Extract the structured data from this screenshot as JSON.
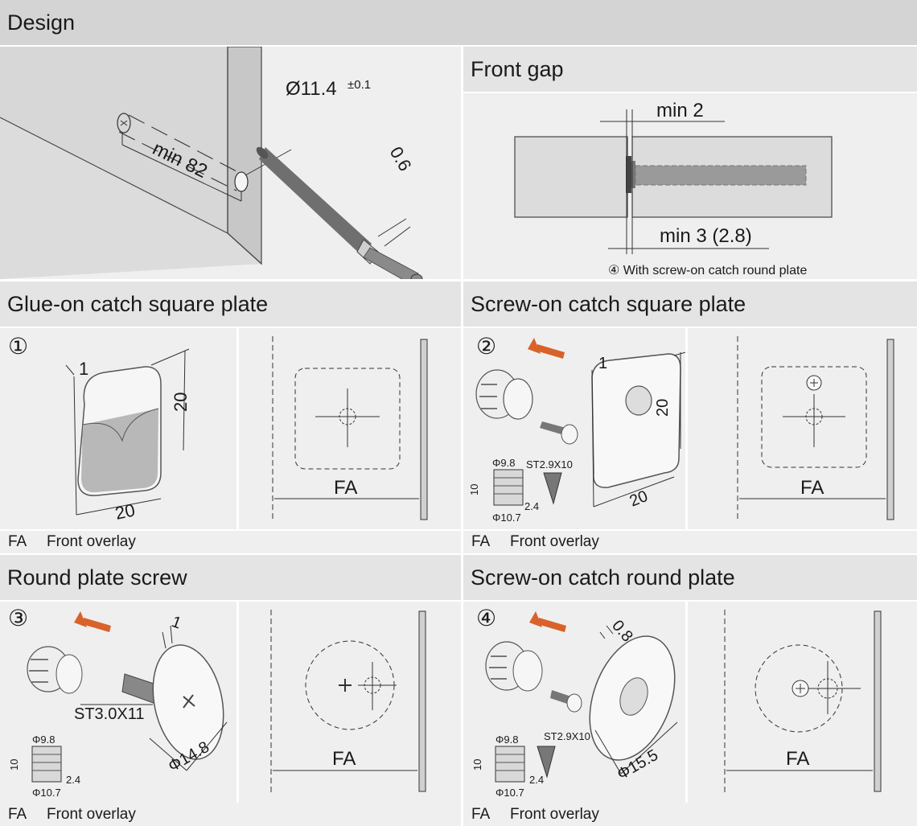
{
  "design": {
    "title": "Design",
    "dim_diameter": "Ø11.4",
    "dim_diameter_tol": "±0.1",
    "dim_min82": "min 82",
    "dim_06": "0.6"
  },
  "front_gap": {
    "title": "Front gap",
    "dim_min2": "min 2",
    "dim_min3": "min 3 (2.8)",
    "note": "④ With screw-on catch round plate"
  },
  "glue_square": {
    "title": "Glue-on catch square plate",
    "num": "①",
    "dim_1": "1",
    "dim_20a": "20",
    "dim_20b": "20",
    "fa": "FA"
  },
  "screw_square": {
    "title": "Screw-on catch square plate",
    "num": "②",
    "dim_1": "1",
    "dim_20a": "20",
    "dim_20b": "20",
    "d98": "Φ9.8",
    "d107": "Φ10.7",
    "d10": "10",
    "d24": "2.4",
    "screw": "ST2.9X10",
    "fa": "FA"
  },
  "round_screw": {
    "title": "Round plate screw",
    "num": "③",
    "dim_1": "1",
    "screw": "ST3.0X11",
    "dia": "Φ14.8",
    "d98": "Φ9.8",
    "d107": "Φ10.7",
    "d10": "10",
    "d24": "2.4",
    "fa": "FA"
  },
  "screw_round": {
    "title": "Screw-on catch round plate",
    "num": "④",
    "dim_08": "0.8",
    "dia": "Φ15.5",
    "d98": "Φ9.8",
    "d107": "Φ10.7",
    "d10": "10",
    "d24": "2.4",
    "screw": "ST2.9X10",
    "fa": "FA"
  },
  "footer": {
    "abbr": "FA",
    "text": "Front overlay"
  },
  "colors": {
    "panel": "#efefef",
    "bar": "#d4d4d4",
    "cabinet": "#cfcfcf",
    "arrow": "#d9622b"
  }
}
